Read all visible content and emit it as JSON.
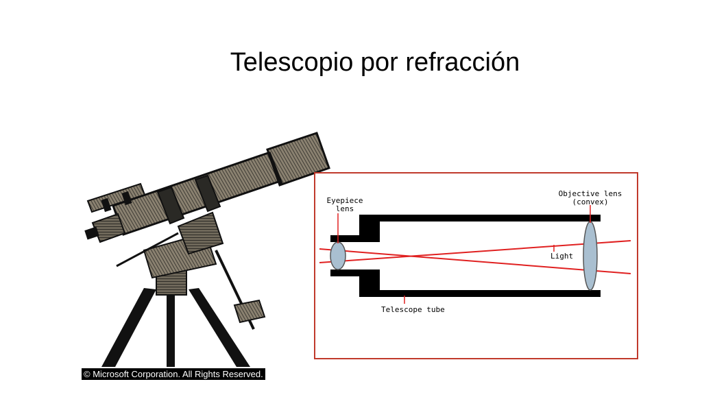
{
  "slide": {
    "title": "Telescopio por refracción",
    "copyright": "© Microsoft Corporation. All Rights Reserved."
  },
  "diagram": {
    "eyepiece_line1": "Eyepiece",
    "eyepiece_line2": "lens",
    "objective_line1": "Objective lens",
    "objective_line2": "(convex)",
    "light": "Light",
    "tube": "Telescope tube",
    "colors": {
      "frame": "#c0392b",
      "rays": "#e02020",
      "lens": "#a9bfd0",
      "tube": "#000000"
    }
  }
}
